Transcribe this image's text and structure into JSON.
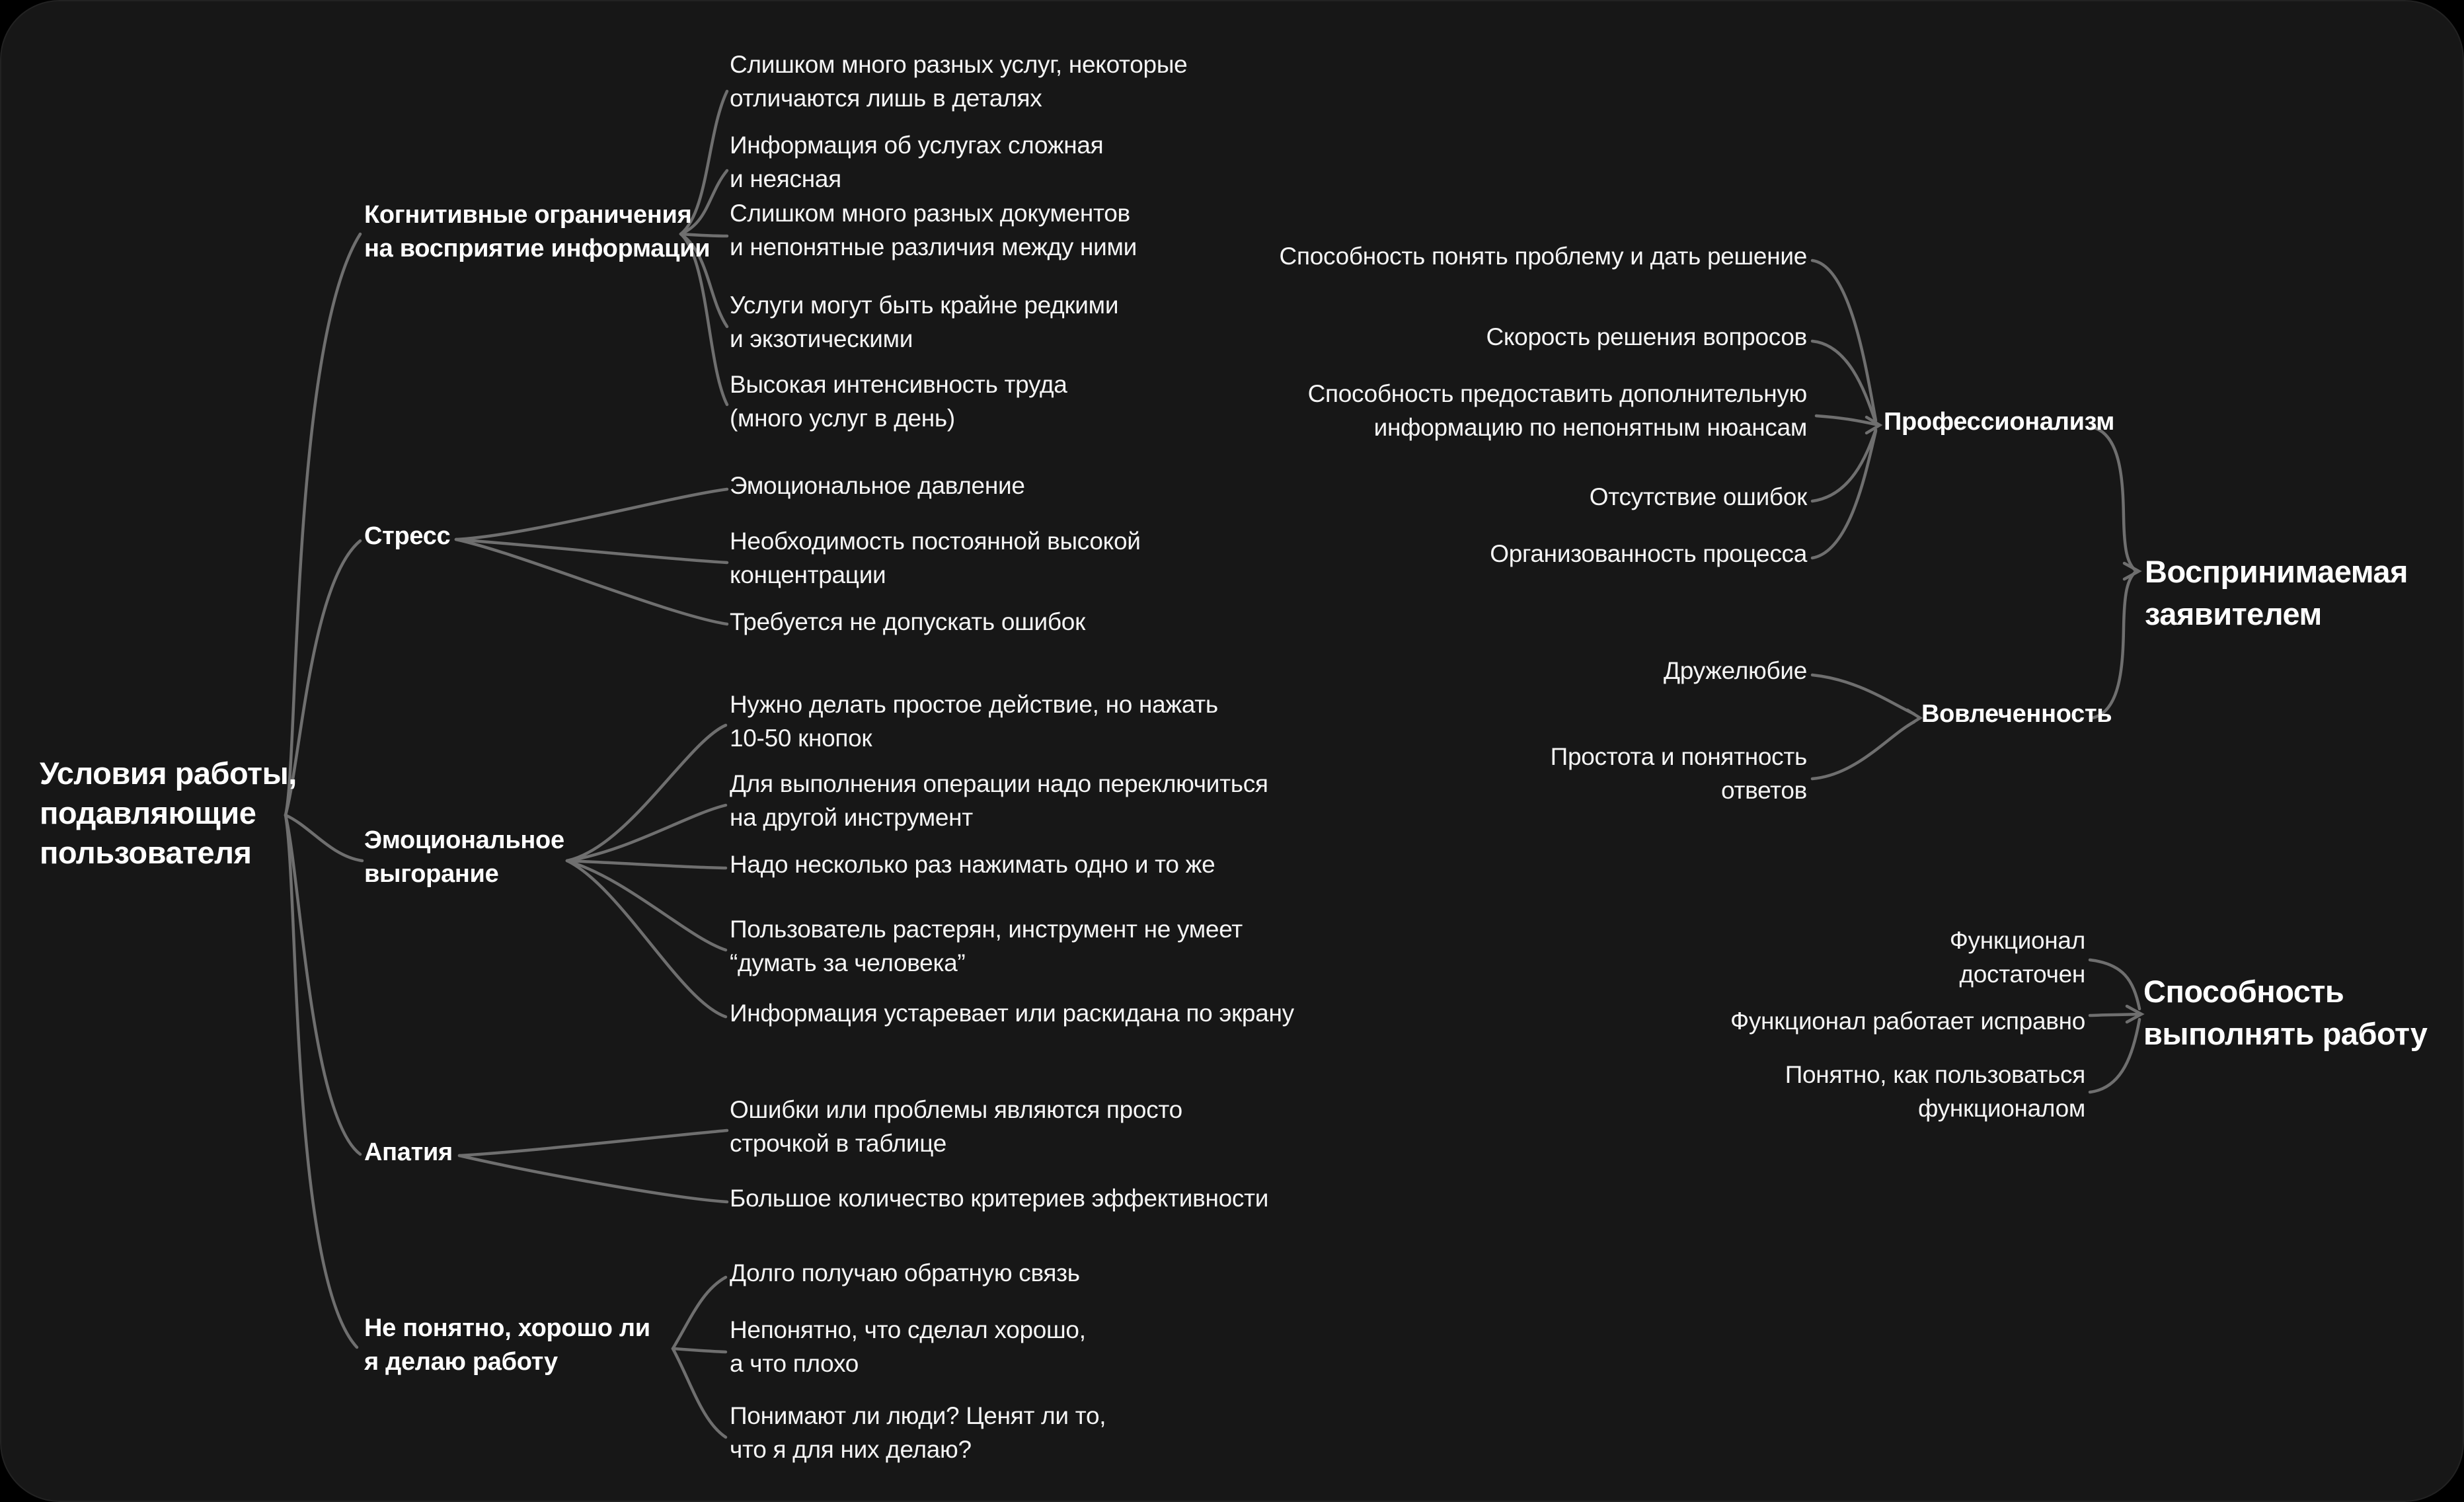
{
  "canvas": {
    "background": "#171717",
    "line_color": "#6f6f6f",
    "text_color": "#ffffff"
  },
  "left_map": {
    "root": "Условия работы,\nподавляющие\nпользователя",
    "branches": [
      {
        "label": "Когнитивные ограничения\nна восприятие информации",
        "leaves": [
          "Слишком много разных услуг, некоторые\nотличаются лишь в деталях",
          "Информация об услугах сложная\nи неясная",
          "Слишком много разных документов\nи непонятные различия между ними",
          "Услуги могут быть крайне редкими\nи экзотическими",
          "Высокая интенсивность труда\n(много услуг в день)"
        ]
      },
      {
        "label": "Стресс",
        "leaves": [
          "Эмоциональное давление",
          "Необходимость постоянной высокой\nконцентрации",
          "Требуется не допускать ошибок"
        ]
      },
      {
        "label": "Эмоциональное\nвыгорание",
        "leaves": [
          "Нужно делать простое действие, но нажать\n10-50 кнопок",
          "Для выполнения операции надо переключиться\nна другой инструмент",
          "Надо несколько раз нажимать одно и то же",
          "Пользователь растерян, инструмент не умеет\n“думать за человека”",
          "Информация устаревает или раскидана по экрану"
        ]
      },
      {
        "label": "Апатия",
        "leaves": [
          "Ошибки или проблемы являются просто\nстрочкой в таблице",
          "Большое количество критериев эффективности"
        ]
      },
      {
        "label": "Не понятно, хорошо ли\nя делаю работу",
        "leaves": [
          "Долго получаю обратную связь",
          "Непонятно, что сделал хорошо,\nа что плохо",
          "Понимают ли люди? Ценят ли то,\nчто я для них делаю?"
        ]
      }
    ]
  },
  "right_map_perceived": {
    "root": "Воспринимаемая\nзаявителем",
    "branches": [
      {
        "label": "Профессионализм",
        "leaves": [
          "Способность понять проблему и дать решение",
          "Скорость решения вопросов",
          "Способность предоставить дополнительную\nинформацию по непонятным нюансам",
          "Отсутствие ошибок",
          "Организованность процесса"
        ]
      },
      {
        "label": "Вовлеченность",
        "leaves": [
          "Дружелюбие",
          "Простота и понятность\nответов"
        ]
      }
    ]
  },
  "right_map_ability": {
    "root": "Способность\nвыполнять работу",
    "leaves": [
      "Функционал\nдостаточен",
      "Функционал работает исправно",
      "Понятно, как пользоваться\nфункционалом"
    ]
  }
}
